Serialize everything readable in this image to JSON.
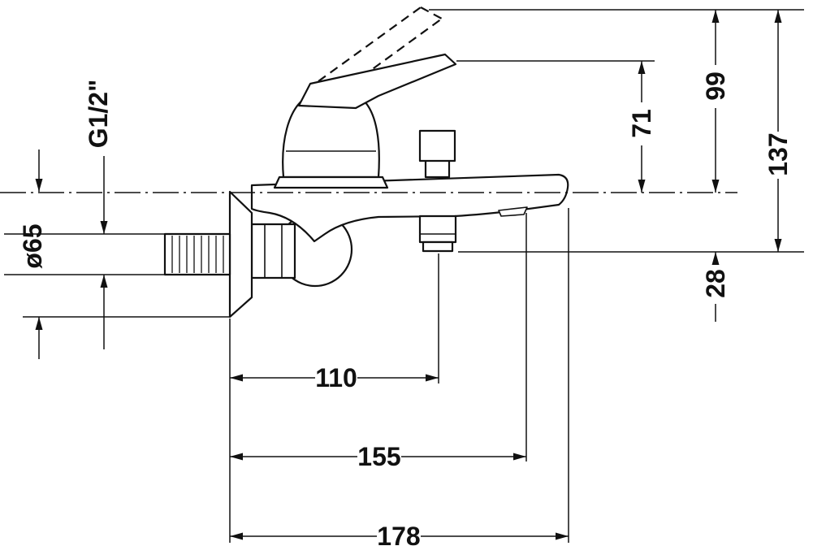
{
  "drawing": {
    "labels": {
      "thread": "G1/2\"",
      "flange_diameter": "ø65",
      "height_71": "71",
      "height_99": "99",
      "height_137": "137",
      "drop_28": "28",
      "width_110": "110",
      "width_155": "155",
      "width_178": "178"
    }
  }
}
